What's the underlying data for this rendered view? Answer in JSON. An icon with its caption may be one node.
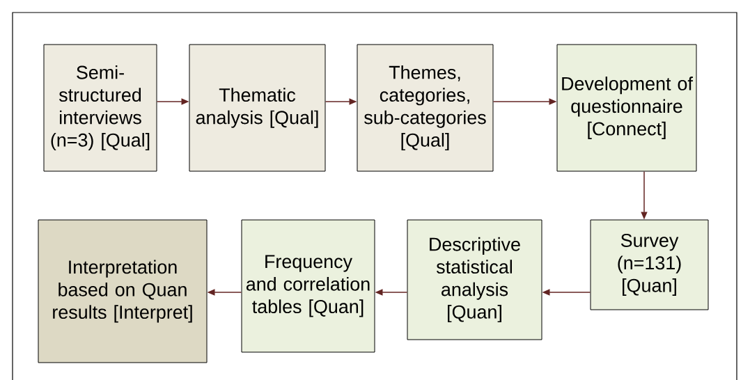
{
  "diagram": {
    "nodes": [
      {
        "text": [
          "Semi-structured interviews (n=3) [Qual]"
        ]
      },
      {
        "text": [
          "Thematic analysis [Qual]"
        ]
      },
      {
        "text": [
          "Themes, categories, sub-categories [Qual]"
        ]
      },
      {
        "text": [
          "Development of questionnaire [Connect]"
        ]
      },
      {
        "text": [
          "Survey (n=131) [Quan]"
        ]
      },
      {
        "text": [
          "Descriptive statistical analysis [Quan]"
        ]
      },
      {
        "text": [
          "Frequency and correlation tables [Quan]"
        ]
      },
      {
        "text": [
          "Interpretation based on Quan results [Interpret]"
        ]
      }
    ],
    "edges": [
      {
        "from": 0,
        "to": 1,
        "arrow": "to"
      },
      {
        "from": 1,
        "to": 2,
        "arrow": "to"
      },
      {
        "from": 2,
        "to": 3,
        "arrow": "to"
      },
      {
        "from": 3,
        "to": 4,
        "arrow": "to"
      },
      {
        "from": 4,
        "to": 5,
        "arrow": "to"
      },
      {
        "from": 5,
        "to": 6,
        "arrow": "to"
      },
      {
        "from": 6,
        "to": 7,
        "arrow": "to"
      }
    ]
  }
}
